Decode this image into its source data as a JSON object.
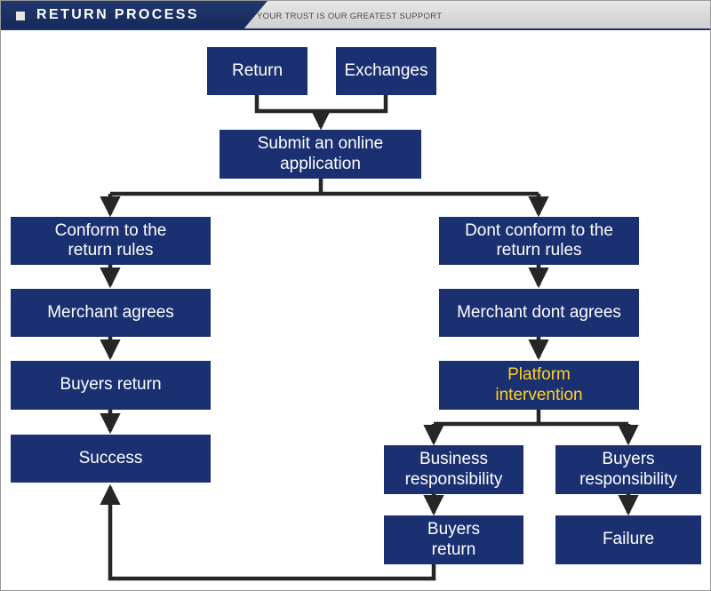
{
  "header": {
    "title": "RETURN PROCESS",
    "subtitle": "YOUR TRUST IS OUR GREATEST SUPPORT",
    "bullet_icon": "square-bullet-icon",
    "navy_color": "#1b3071",
    "bar_color": "#dcdcdc"
  },
  "diagram": {
    "title": "Return Process",
    "box_color": "#1b3071",
    "text_color": "#ffffff",
    "accent_text_color": "#ffd21e",
    "connector_color": "#262626",
    "nodes": [
      {
        "id": "return",
        "label": "Return",
        "accent": false
      },
      {
        "id": "exchanges",
        "label": "Exchanges",
        "accent": false
      },
      {
        "id": "submit-application",
        "label": "Submit an online\napplication",
        "accent": false
      },
      {
        "id": "conform-rules",
        "label": "Conform to the\nreturn rules",
        "accent": false
      },
      {
        "id": "merchant-agrees",
        "label": "Merchant agrees",
        "accent": false
      },
      {
        "id": "buyers-return-left",
        "label": "Buyers return",
        "accent": false
      },
      {
        "id": "success",
        "label": "Success",
        "accent": false
      },
      {
        "id": "dont-conform-rules",
        "label": "Dont conform to the\nreturn rules",
        "accent": false
      },
      {
        "id": "merchant-dont-agrees",
        "label": "Merchant dont agrees",
        "accent": false
      },
      {
        "id": "platform-intervention",
        "label": "Platform\nintervention",
        "accent": true
      },
      {
        "id": "business-responsibility",
        "label": "Business\nresponsibility",
        "accent": false
      },
      {
        "id": "buyers-responsibility",
        "label": "Buyers\nresponsibility",
        "accent": false
      },
      {
        "id": "buyers-return-bottom",
        "label": "Buyers\nreturn",
        "accent": false
      },
      {
        "id": "failure",
        "label": "Failure",
        "accent": false
      }
    ],
    "edges": [
      {
        "from": "return",
        "to": "submit-application"
      },
      {
        "from": "exchanges",
        "to": "submit-application"
      },
      {
        "from": "submit-application",
        "to": "conform-rules"
      },
      {
        "from": "submit-application",
        "to": "dont-conform-rules"
      },
      {
        "from": "conform-rules",
        "to": "merchant-agrees"
      },
      {
        "from": "merchant-agrees",
        "to": "buyers-return-left"
      },
      {
        "from": "buyers-return-left",
        "to": "success"
      },
      {
        "from": "dont-conform-rules",
        "to": "merchant-dont-agrees"
      },
      {
        "from": "merchant-dont-agrees",
        "to": "platform-intervention"
      },
      {
        "from": "platform-intervention",
        "to": "business-responsibility"
      },
      {
        "from": "platform-intervention",
        "to": "buyers-responsibility"
      },
      {
        "from": "business-responsibility",
        "to": "buyers-return-bottom"
      },
      {
        "from": "buyers-responsibility",
        "to": "failure"
      },
      {
        "from": "buyers-return-bottom",
        "to": "success"
      }
    ]
  }
}
